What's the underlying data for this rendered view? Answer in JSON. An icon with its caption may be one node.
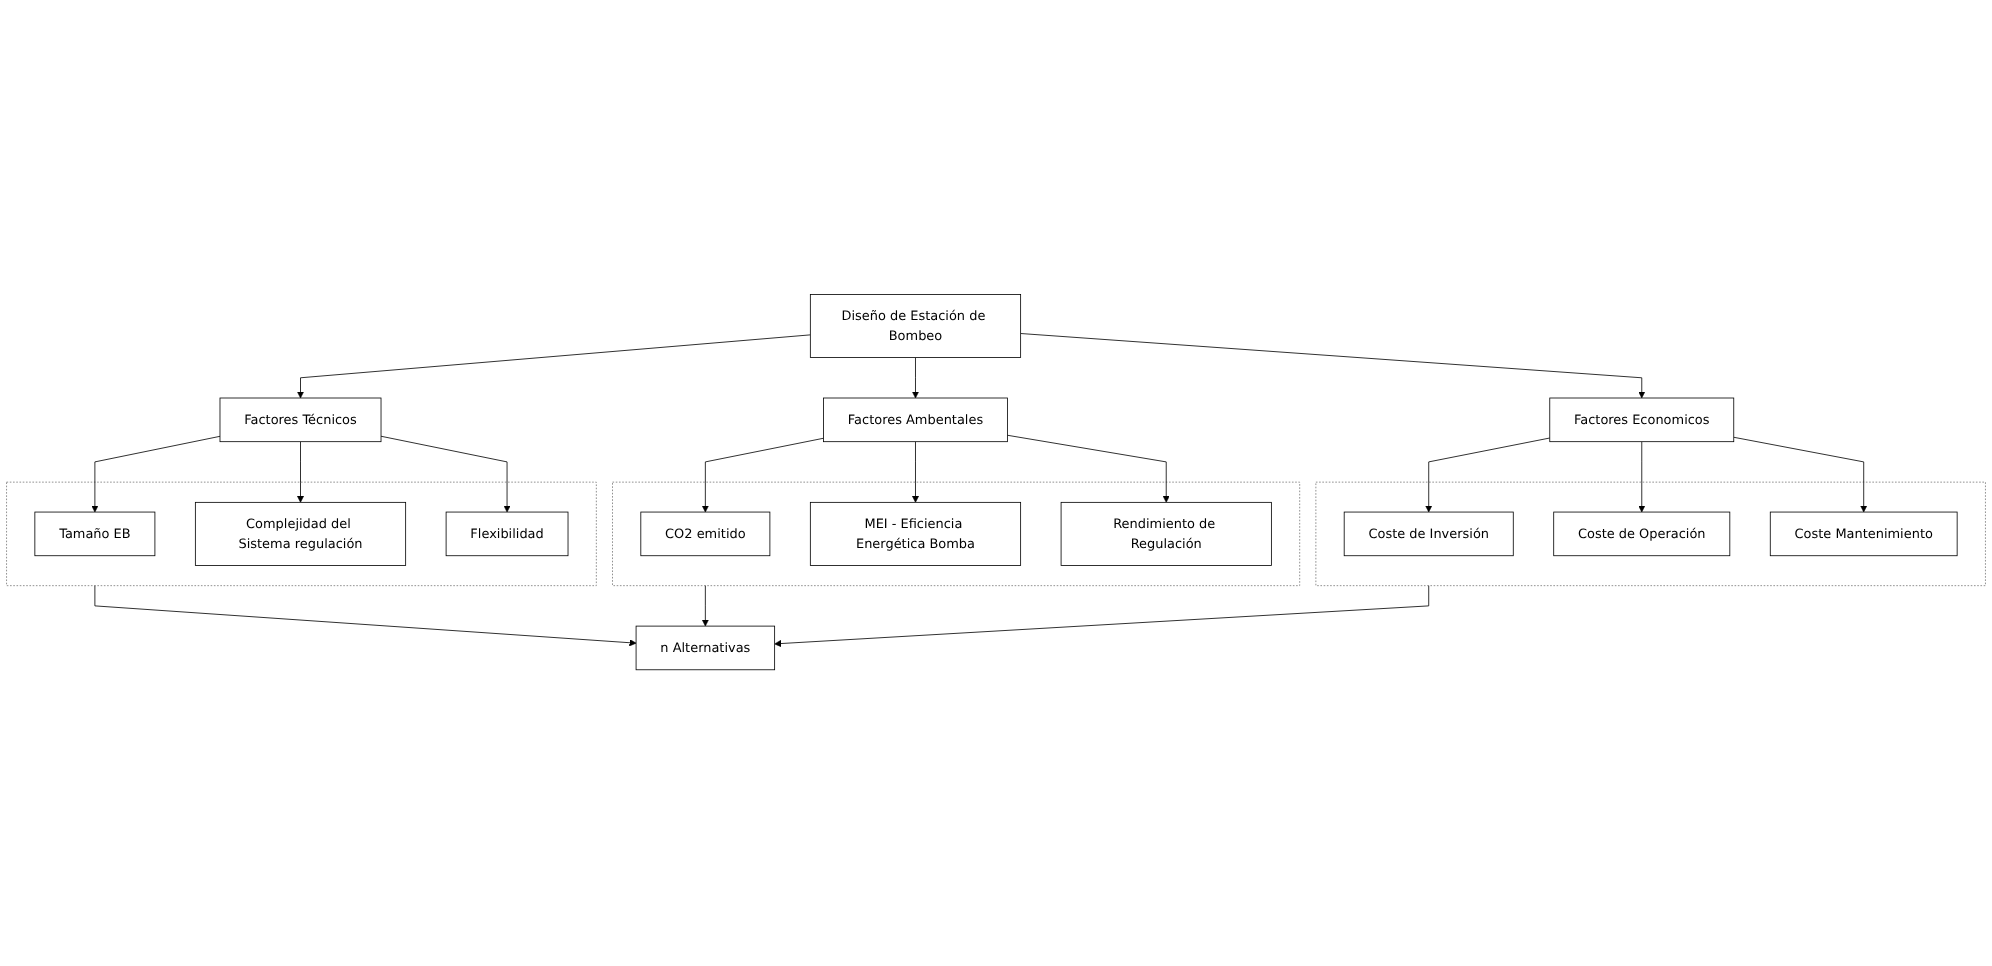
{
  "diagram": {
    "nodes": [
      {
        "text": [
          "Diseño de Estación de Bombeo"
        ]
      },
      {
        "text": [
          "Factores Técnicos"
        ]
      },
      {
        "text": [
          "Factores Ambentales"
        ]
      },
      {
        "text": [
          "Factores Economicos"
        ]
      },
      {
        "text": [],
        "shape": "box"
      },
      {
        "text": [
          "Tamaño EB"
        ],
        "in": 4
      },
      {
        "text": [
          "Complejidad del Sistema regulación"
        ],
        "in": 4
      },
      {
        "text": [
          "Flexibilidad"
        ],
        "in": 4
      },
      {
        "text": [],
        "shape": "box"
      },
      {
        "text": [
          "CO2 emitido"
        ],
        "in": 8
      },
      {
        "text": [
          "MEI - Eficiencia Energética Bomba"
        ],
        "in": 8
      },
      {
        "text": [
          "Rendimiento de Regulación"
        ],
        "in": 8
      },
      {
        "text": [],
        "shape": "box"
      },
      {
        "text": [
          "Coste de Inversión"
        ],
        "in": 12
      },
      {
        "text": [
          "Coste de Operación"
        ],
        "in": 12
      },
      {
        "text": [
          "Coste Mantenimiento"
        ],
        "in": 12
      },
      {
        "text": [
          "n Alternativas"
        ]
      }
    ],
    "edges": [
      {
        "from": 0,
        "to": 1,
        "arrow": "to"
      },
      {
        "from": 0,
        "to": 2,
        "arrow": "to"
      },
      {
        "from": 0,
        "to": 3,
        "arrow": "to"
      },
      {
        "from": 1,
        "to": 5,
        "arrow": "to"
      },
      {
        "from": 1,
        "to": 6,
        "arrow": "to"
      },
      {
        "from": 1,
        "to": 7,
        "arrow": "to"
      },
      {
        "from": 2,
        "to": 9,
        "arrow": "to"
      },
      {
        "from": 2,
        "to": 10,
        "arrow": "to"
      },
      {
        "from": 2,
        "to": 11,
        "arrow": "to"
      },
      {
        "from": 3,
        "to": 13,
        "arrow": "to"
      },
      {
        "from": 3,
        "to": 14,
        "arrow": "to"
      },
      {
        "from": 3,
        "to": 15,
        "arrow": "to"
      },
      {
        "from": 4,
        "to": 16,
        "arrow": "to"
      },
      {
        "from": 8,
        "to": 16,
        "arrow": "to"
      },
      {
        "from": 12,
        "to": 16,
        "arrow": "to"
      }
    ]
  }
}
